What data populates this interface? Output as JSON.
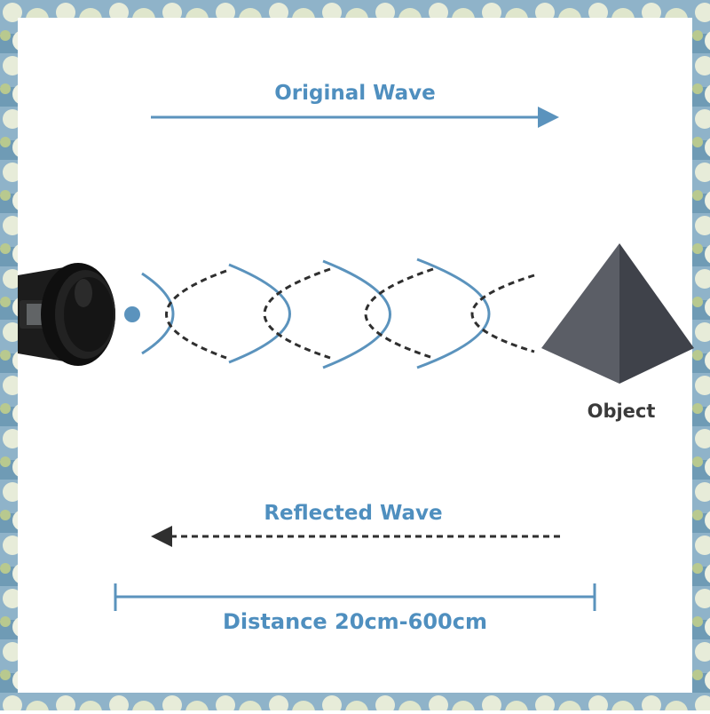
{
  "labels": {
    "original_wave": "Original Wave",
    "reflected_wave": "Reflected Wave",
    "object": "Object",
    "distance": "Distance 20cm-600cm"
  },
  "colors": {
    "accent": "#5b93bd",
    "label_blue": "#4f8fbf",
    "dark_dashes": "#2f2f2f",
    "object_light": "#5b5e66",
    "object_dark": "#3f424a",
    "sensor": "#151515",
    "frame_sky": "#8fb3c9",
    "frame_flowers": "#e7ecd9"
  }
}
